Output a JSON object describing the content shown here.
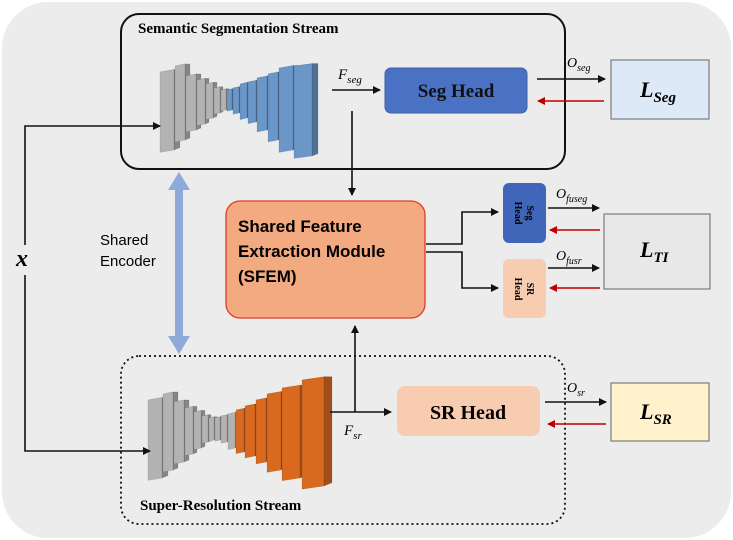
{
  "streams": {
    "semantic": {
      "title": "Semantic Segmentation Stream"
    },
    "sr": {
      "title": "Super-Resolution Stream"
    }
  },
  "shared_encoder": {
    "line1": "Shared",
    "line2": "Encoder"
  },
  "input": {
    "label": "x"
  },
  "features": {
    "seg": {
      "base": "F",
      "sub": "seg"
    },
    "sr": {
      "base": "F",
      "sub": "sr"
    }
  },
  "heads": {
    "seg_head": "Seg Head",
    "sr_head": "SR Head",
    "small_seg": {
      "line1": "Seg",
      "line2": "Head"
    },
    "small_sr": {
      "line1": "SR",
      "line2": "Head"
    }
  },
  "sfem": {
    "line1": "Shared Feature",
    "line2": "Extraction Module",
    "line3": "(SFEM)"
  },
  "outputs": {
    "seg": {
      "base": "O",
      "sub": "seg"
    },
    "fuseg": {
      "base": "O",
      "sub": "fuseg"
    },
    "fusr": {
      "base": "O",
      "sub": "fusr"
    },
    "sr": {
      "base": "O",
      "sub": "sr"
    }
  },
  "losses": {
    "seg": {
      "base": "L",
      "sub": "Seg"
    },
    "ti": {
      "base": "L",
      "sub": "TI"
    },
    "sr": {
      "base": "L",
      "sub": "SR"
    }
  },
  "colors": {
    "background": "#ececec",
    "seg_head": "#4a72c4",
    "seg_head_small": "#3f66b8",
    "sfem_fill": "#f4aa80",
    "sfem_border": "#e03a2a",
    "sr_head": "#f8ccb0",
    "loss_seg": "#dde9f6",
    "loss_ti": "#e8e8e8",
    "loss_sr": "#fff2cc",
    "feedback_arrow": "#c00000",
    "encoder_arrow": "#8eaadb",
    "seg_blocks": "#6a96c8",
    "sr_blocks": "#d8691e",
    "gray_blocks": "#b3b3b3"
  }
}
